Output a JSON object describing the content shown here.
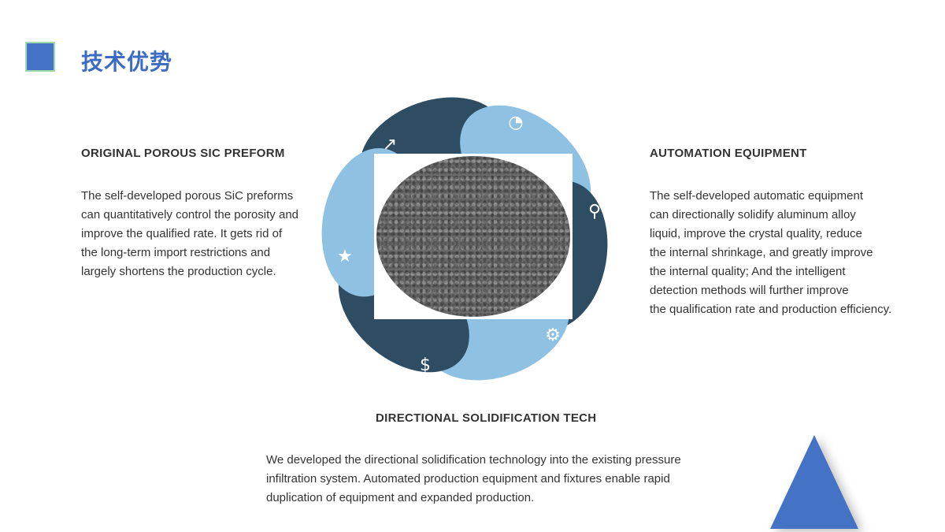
{
  "slide_title": "技术优势",
  "left": {
    "heading": "ORIGINAL POROUS SIC PREFORM",
    "body": "The self-developed porous SiC preforms\ncan quantitatively control the porosity and\nimprove the qualified rate. It gets rid of\nthe long-term import restrictions and\nlargely shortens the production cycle."
  },
  "right": {
    "heading": "AUTOMATION EQUIPMENT",
    "body": "The self-developed automatic equipment\ncan directionally solidify aluminum alloy\nliquid, improve the crystal quality, reduce\nthe internal shrinkage, and greatly improve\n the internal quality; And the intelligent\ndetection methods will further improve\nthe qualification rate and production efficiency."
  },
  "bottom": {
    "heading": "DIRECTIONAL SOLIDIFICATION TECH",
    "body": "We developed the directional solidification technology into the existing pressure\ninfiltration system. Automated production equipment and fixtures enable rapid\nduplication of equipment and expanded production."
  },
  "colors": {
    "accent": "#4472c4",
    "dark_petal": "#2e4d63",
    "light_petal": "#8fc1e3"
  },
  "icons": [
    "presentation-chart-icon",
    "magnifier-person-icon",
    "teamwork-gears-icon",
    "money-bag-icon",
    "lightbulb-hand-icon",
    "growth-arrows-icon"
  ]
}
